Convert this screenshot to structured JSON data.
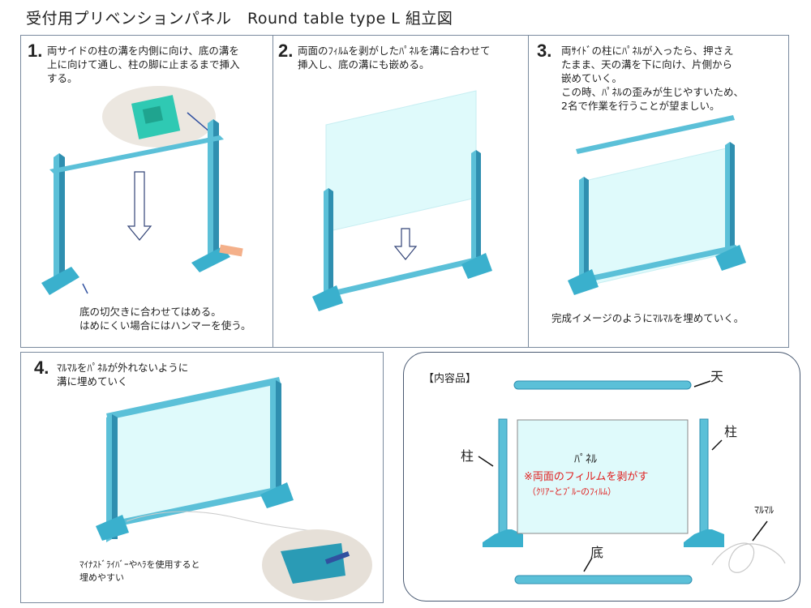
{
  "title": "受付用プリベンションパネル　Round table type L 組立図",
  "steps": [
    {
      "num": "1.",
      "text": "両サイドの柱の溝を内側に向け、底の溝を\n上に向けて通し、柱の脚に止まるまで挿入\nする。",
      "note": "底の切欠きに合わせてはめる。\nはめにくい場合にはハンマーを使う。"
    },
    {
      "num": "2.",
      "text": "両面のﾌｨﾙﾑを剥がしたﾊﾟﾈﾙを溝に合わせて\n挿入し、底の溝にも嵌める。"
    },
    {
      "num": "3.",
      "text": "両ｻｲﾄﾞの柱にﾊﾟﾈﾙが入ったら、押さえ\nたまま、天の溝を下に向け、片側から\n嵌めていく。\nこの時、ﾊﾟﾈﾙの歪みが生じやすいため、\n2名で作業を行うことが望ましい。",
      "note": "完成イメージのようにﾏﾙﾏﾙを埋めていく。"
    },
    {
      "num": "4.",
      "text": "ﾏﾙﾏﾙをﾊﾟﾈﾙが外れないように\n溝に埋めていく",
      "note": "ﾏｲﾅｽﾄﾞﾗｲﾊﾞｰやﾍﾗを使用すると\n埋めやすい"
    }
  ],
  "contents": {
    "header": "【内容品】",
    "top_label": "天",
    "pillar_label": "柱",
    "panel_label": "ﾊﾟﾈﾙ",
    "panel_warning": "※両面のフィルムを剥がす",
    "panel_sub": "（ｸﾘｱｰとﾌﾞﾙｰのﾌｨﾙﾑ）",
    "base_label": "底",
    "cord_label": "ﾏﾙﾏﾙ"
  },
  "colors": {
    "part": "#5bc0d8",
    "part_dark": "#2f8fb0",
    "panel": "#dffafb",
    "border": "#7a8a9e",
    "warning": "#e02020"
  }
}
